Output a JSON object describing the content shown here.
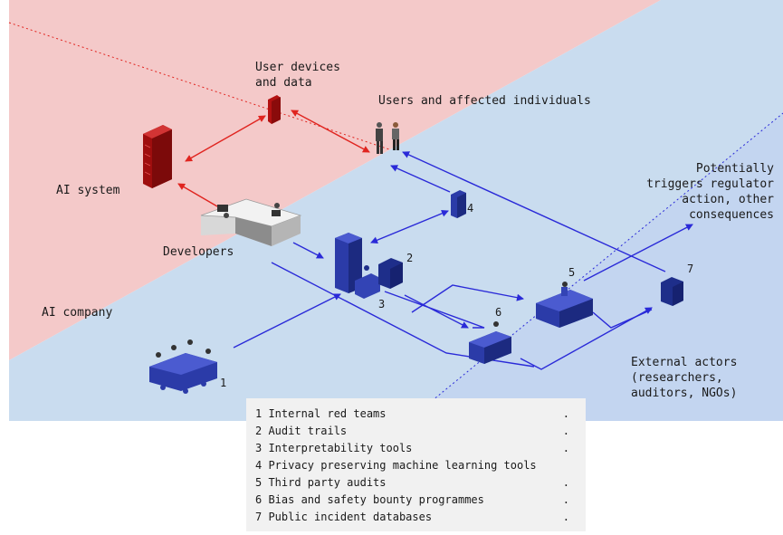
{
  "labels": {
    "user_devices_line1": "User devices",
    "user_devices_line2": "and data",
    "users": "Users and affected individuals",
    "ai_system": "AI system",
    "developers": "Developers",
    "ai_company": "AI company",
    "regulator_line1": "Potentially",
    "regulator_line2": "triggers regulator",
    "regulator_line3": "action, other",
    "regulator_line4": "consequences",
    "external_line1": "External actors",
    "external_line2": "(researchers,",
    "external_line3": "auditors, NGOs)"
  },
  "numbers": [
    "1",
    "2",
    "3",
    "4",
    "5",
    "6",
    "7"
  ],
  "legend": {
    "items": [
      "1 Internal red teams",
      "2 Audit trails",
      "3 Interpretability tools",
      "4 Privacy preserving machine learning tools",
      "5 Third party audits",
      "6 Bias and safety bounty programmes",
      "7 Public incident databases"
    ],
    "trailing_mark": "."
  },
  "colors": {
    "company_region": "#f4c9c9",
    "external_region": "#c9dcef",
    "company_arrow": "#e0241f",
    "external_arrow": "#2a2ad8",
    "server_red": "#b31212",
    "device_blue": "#1e2e8a"
  }
}
